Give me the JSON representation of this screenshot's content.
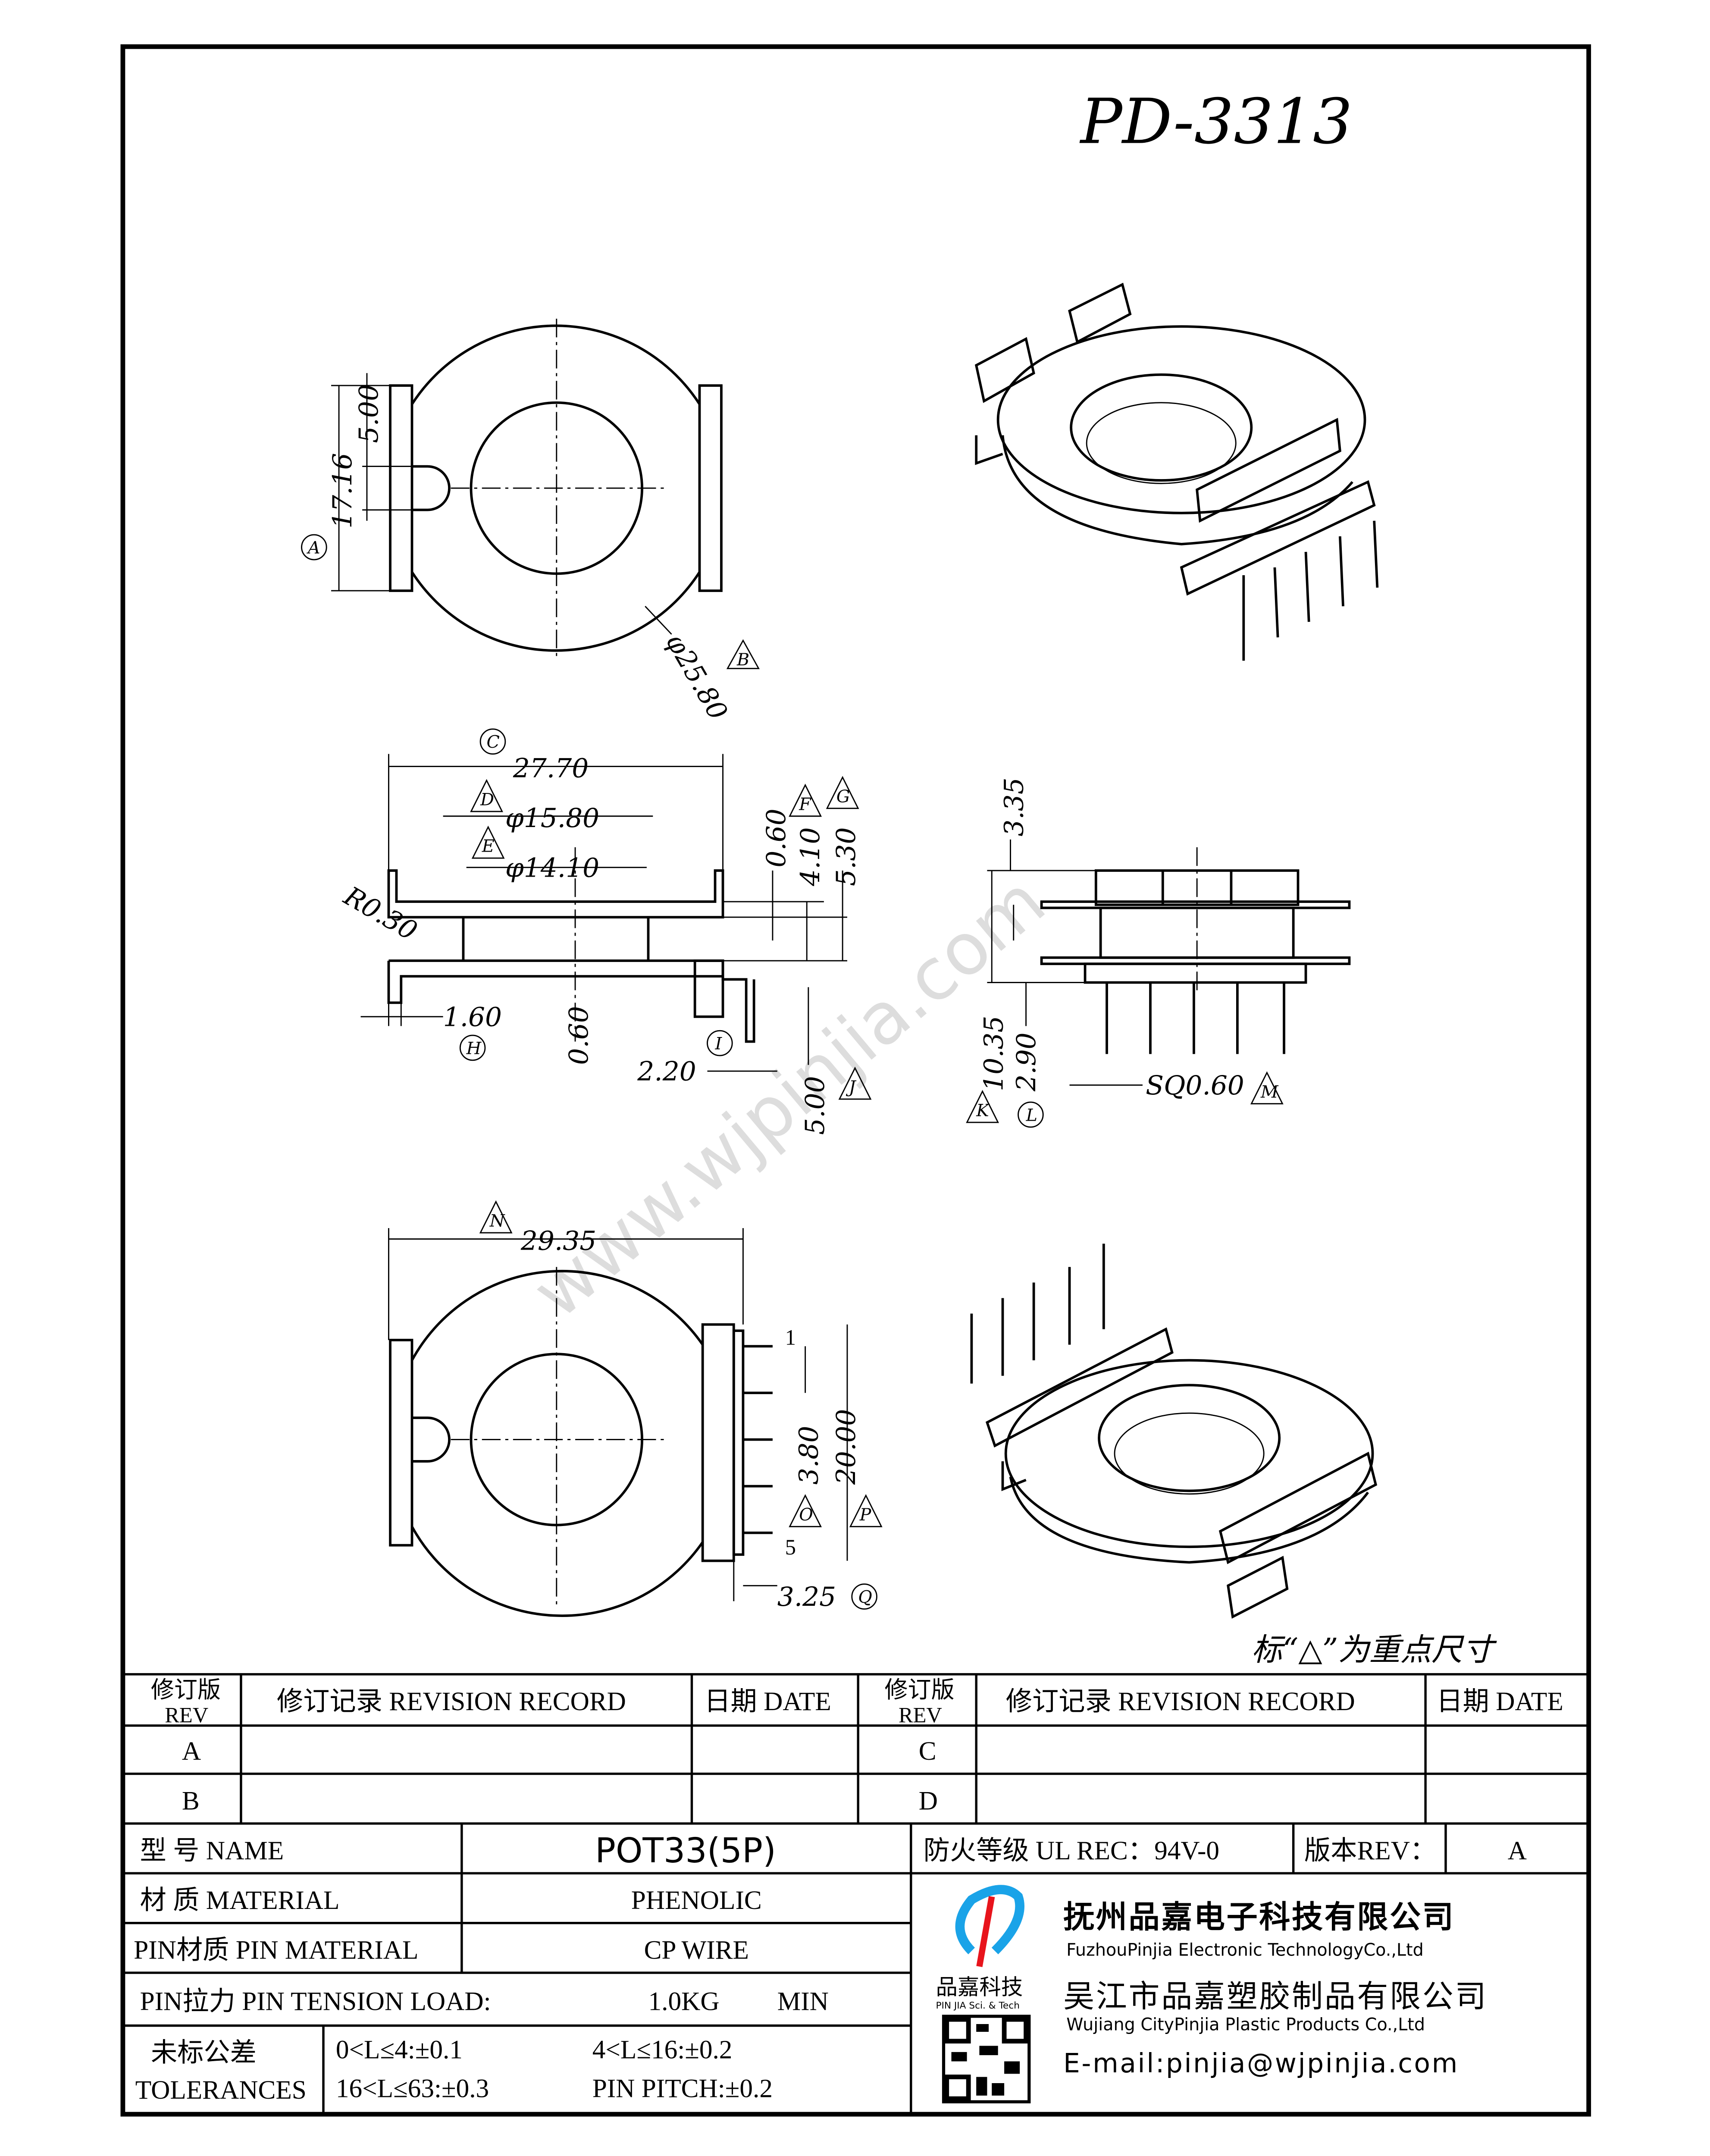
{
  "drawing": {
    "part_number": "PD-3313",
    "watermark": "www.wjpinjia.com",
    "key_dimension_note": "标“△”为重点尺寸",
    "dimensions": {
      "A": "17.16",
      "A2": "5.00",
      "B": "φ25.80",
      "C": "27.70",
      "D": "φ15.80",
      "E": "φ14.10",
      "F": "0.60",
      "F2": "4.10",
      "G": "5.30",
      "R": "R0.30",
      "H": "1.60",
      "mid": "0.60",
      "I": "2.20",
      "J": "5.00",
      "side_top": "3.35",
      "K": "10.35",
      "L": "2.90",
      "M": "SQ0.60",
      "N": "29.35",
      "O": "3.80",
      "P": "20.00",
      "Q": "3.25",
      "pin1": "1",
      "pin5": "5"
    },
    "tags": [
      "A",
      "B",
      "C",
      "D",
      "E",
      "F",
      "G",
      "H",
      "I",
      "J",
      "K",
      "L",
      "M",
      "N",
      "O",
      "P",
      "Q"
    ]
  },
  "revision_table": {
    "headers": [
      "修订版 REV",
      "修订记录 REVISION RECORD",
      "日期 DATE",
      "修订版 REV",
      "修订记录 REVISION RECORD",
      "日期 DATE"
    ],
    "rev_label_cn": "修订版",
    "rev_label_en": "REV",
    "record_label": "修订记录 REVISION RECORD",
    "date_label": "日期 DATE",
    "rows": [
      [
        "A",
        "",
        "",
        "C",
        "",
        ""
      ],
      [
        "B",
        "",
        "",
        "D",
        "",
        ""
      ]
    ]
  },
  "title_block": {
    "name_label": "型 号 NAME",
    "name_value": "POT33(5P)",
    "fire_rating": "防火等级 UL REC：94V-0",
    "version_label": "版本REV：",
    "version_value": "A",
    "material_label": "材 质 MATERIAL",
    "material_value": "PHENOLIC",
    "pin_material_label": "PIN材质 PIN MATERIAL",
    "pin_material_value": "CP WIRE",
    "pin_tension_label": "PIN拉力 PIN TENSION LOAD:",
    "pin_tension_value": "1.0KG",
    "pin_tension_unit": "MIN",
    "tolerance_label_cn": "未标公差",
    "tolerance_label_en": "TOLERANCES",
    "tolerances": [
      "0<L≤4:±0.1",
      "4<L≤16:±0.2",
      "16<L≤63:±0.3",
      "PIN PITCH:±0.2"
    ]
  },
  "company": {
    "logo_text": "品嘉科技",
    "logo_sub": "PIN JIA Sci. & Tech",
    "name1_cn": "抚州品嘉电子科技有限公司",
    "name1_en": "FuzhouPinjia Electronic TechnologyCo.,Ltd",
    "name2_cn": "吴江市品嘉塑胶制品有限公司",
    "name2_en": "Wujiang CityPinjia  Plastic Products Co.,Ltd",
    "email": "E-mail:pinjia@wjpinjia.com",
    "logo_blue": "#1aa3e8",
    "logo_red": "#e8141c"
  }
}
